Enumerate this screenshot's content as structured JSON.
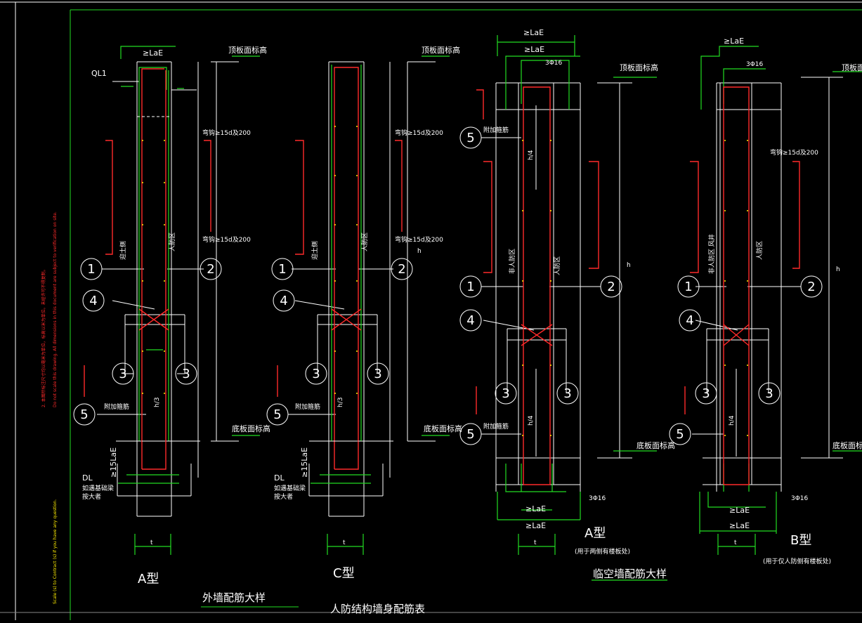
{
  "labels": {
    "roof_elev": "顶板面标高",
    "floor_elev": "底板面标高",
    "lae": "≥LaE",
    "lae15": "≥15LaE",
    "bend15d": "弯钩≥15d及200",
    "ql1": "QL1",
    "dl": "DL",
    "dl_note1": "如遇基础梁",
    "dl_note2": "按大者",
    "zone_civil": "人防区",
    "zone_noncivil": "非人防区",
    "zone_soil": "迎土侧",
    "zone_noncivil_wellhead": "非人防区 风井",
    "stirrup_note": "附加箍筋",
    "h": "h",
    "h3": "h/3",
    "h4": "h/4",
    "t": "t",
    "rebar_3phi16": "3Φ16",
    "circle_1": "1",
    "circle_2": "2",
    "circle_3": "3",
    "circle_4": "4",
    "circle_5": "5"
  },
  "titles": {
    "type_a": "A型",
    "type_c": "C型",
    "type_a2": "A型",
    "type_b": "B型",
    "type_a2_note": "(用于两侧有楼板处)",
    "type_b_note": "(用于仅人防侧有楼板处)",
    "outer_wall": "外墙配筋大样",
    "inner_wall": "临空墙配筋大样",
    "bottom_cut": "人防结构墙身配筋表"
  },
  "side_notes": {
    "red_cn": "2. 本图所标注尺寸均以毫米为单位，标高以米为单位。未经许可不得复制。",
    "red_en": "Do not scale this drawing. All dimensions in this document are subject to verification on site.",
    "red_en2": "Scale (s) to Contract (s) if you have any question."
  },
  "colors": {
    "bg": "#000000",
    "line": "#ffffff",
    "green": "#22dd22",
    "red": "#ff2a2a",
    "yellow": "#ffee00"
  }
}
